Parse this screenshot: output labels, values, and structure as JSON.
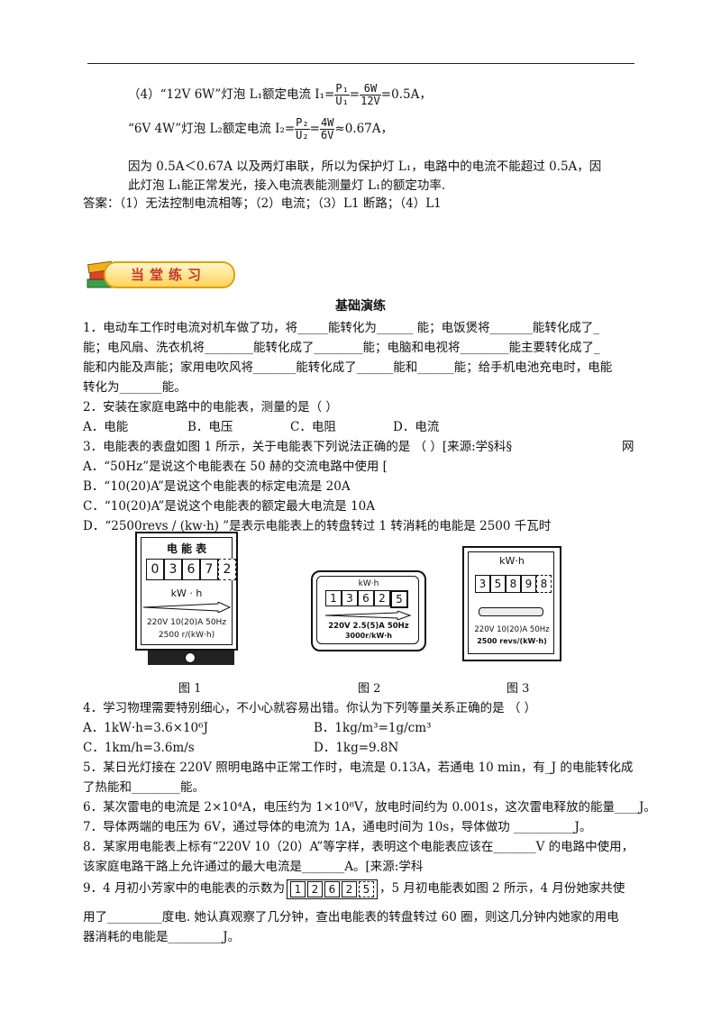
{
  "solution": {
    "line4_prefix": "（4）“12V  6W”灯泡 L₁额定电流 I₁=",
    "line4_num": "P₁",
    "line4_den": "U₁",
    "line4_eq": "=",
    "line4_num2": "6W",
    "line4_den2": "12V",
    "line4_suffix": "=0.5A，",
    "line5_prefix": "“6V  4W”灯泡 L₂额定电流 I₂=",
    "line5_num": "P₂",
    "line5_den": "U₂",
    "line5_num2": "4W",
    "line5_den2": "6V",
    "line5_suffix": "≈0.67A，",
    "line6": "因为 0.5A＜0.67A 以及两灯串联，所以为保护灯 L₁，电路中的电流不能超过 0.5A，因",
    "line7": "此灯泡 L₁能正常发光，接入电流表能测量灯 L₁的额定功率.",
    "answer": "答案：（1）无法控制电流相等；（2）电流；（3）L1 断路；（4）L1"
  },
  "banner": {
    "label": "当堂练习"
  },
  "section_title": "基础演练",
  "questions": {
    "q1_l1": "1．电动车工作时电流对机车做了功，将_____能转化为______ 能；电饭煲将_______能转化成了_",
    "q1_l2": "能；电风扇、洗衣机将________能转化成了________能；电脑和电视将________能主要转化成了_",
    "q1_l3": "能和内能及声能；家用电吹风将_______能转化成了______能和______能；给手机电池充电时，电能",
    "q1_l4": "转化为_______能。",
    "q2": "2．安装在家庭电路中的电能表，测量的是（        ）",
    "q2_opts": [
      "A．电能",
      "B．电压",
      "C．电阻",
      "D．电流"
    ],
    "q3": "3．电能表的表盘如图 1 所示，关于电能表下列说法正确的是     （     ）[来源:学§科§",
    "q3_tail": "网",
    "q3_a": "A．“50Hz”是说这个电能表在 50 赫的交流电路中使用       [",
    "q3_b": "B．“10(20)A”是说这个电能表的标定电流是 20A",
    "q3_c": "C．“10(20)A”是说这个电能表的额定最大电流是 10A",
    "q3_d": "D．“2500revs / (kw·h) ”是表示电能表上的转盘转过 1 转消耗的电能是 2500 千瓦时",
    "q4": "4．学习物理需要特别细心，不小心就容易出错。你认为下列等量关系正确的是   （        ）",
    "q4_a": "A．1kW·h=3.6×10⁶J",
    "q4_b": "B．1kg/m³=1g/cm³",
    "q4_c": "C．1km/h=3.6m/s",
    "q4_d": "D．1kg=9.8N",
    "q5_l1": "5．某日光灯接在 220V 照明电路中正常工作时，电流是 0.13A，若通电 10 min，有_J 的电能转化成",
    "q5_l2": "了热能和________能。",
    "q6": "6．某次雷电的电流是 2×10⁴A，电压约为 1×10⁸V，放电时间约为 0.001s，这次雷电释放的能量____J。",
    "q7": "7．导体两端的电压为 6V，通过导体的电流为 1A，通电时间为 10s，导体做功 __________J。",
    "q8_l1": "8．某家用电能表上标有“220V 10（20）A”等字样，表明这个电能表应该在_______V 的电路中使用，",
    "q8_l2": "该家庭电路干路上允许通过的最大电流是_______A。[来源:学科",
    "q9_prefix": "9．4 月初小芳家中的电能表的示数为",
    "q9_digits": [
      "1",
      "2",
      "6",
      "2",
      "5"
    ],
    "q9_suffix": "，5 月初电能表如图 2 所示，4 月份她家共使",
    "q9_l2": "用了_________度电. 她认真观察了几分钟，查出电能表的转盘转过 60 圈，则这几分钟内她家的用电",
    "q9_l3": "器消耗的电能是_________J。"
  },
  "figures": {
    "fig1": {
      "title": "电 能 表",
      "digits": [
        "0",
        "3",
        "6",
        "7",
        "2"
      ],
      "unit": "kW · h",
      "spec": "220V  10(20)A  50Hz",
      "rev": "2500 r/(kW·h)",
      "caption": "图 1"
    },
    "fig2": {
      "unit": "kW·h",
      "digits": [
        "1",
        "3",
        "6",
        "2",
        "5"
      ],
      "spec": "220V  2.5(5)A 50Hz",
      "rev": "3000r/kW·h",
      "caption": "图 2"
    },
    "fig3": {
      "unit": "kW·h",
      "digits": [
        "3",
        "5",
        "8",
        "9",
        "8"
      ],
      "spec": "220V 10(20)A  50Hz",
      "rev": "2500 revs/(kW·h)",
      "caption": "图 3"
    }
  }
}
